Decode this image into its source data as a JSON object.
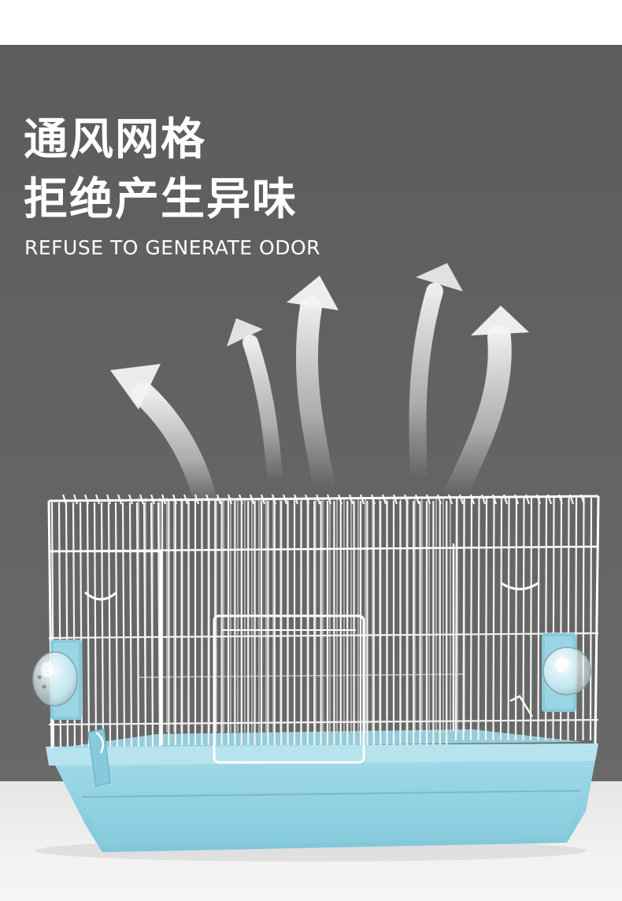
{
  "headline": {
    "line1": "通风网格",
    "line2": "拒绝产生异味",
    "subtitle": "REFUSE TO GENERATE ODOR"
  },
  "colors": {
    "background_top": "#ffffff",
    "backdrop": "#5f5f5f",
    "floor": "#ececec",
    "wire": "#f2f2f2",
    "tray": "#8fd2e2",
    "tray_dark": "#6dbdd1",
    "arrow": "#f0f0f0"
  },
  "icons": [
    "airflow-arrow-icon",
    "exercise-wheel-window-icon",
    "cage-door-icon",
    "tray-latch-icon"
  ]
}
